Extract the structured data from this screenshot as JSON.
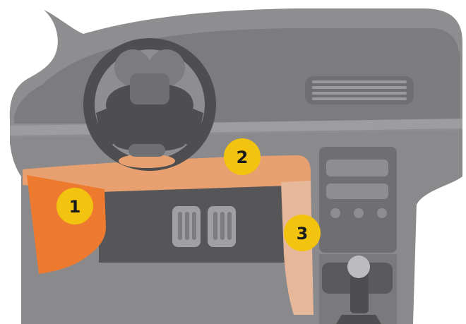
{
  "markers": [
    {
      "id": "1",
      "label": "1",
      "zone": "left-kick-panel"
    },
    {
      "id": "2",
      "label": "2",
      "zone": "lower-dash-panel"
    },
    {
      "id": "3",
      "label": "3",
      "zone": "center-console-side"
    }
  ],
  "colors": {
    "background": "#ffffff",
    "dash_main": "#8e8e90",
    "dash_dark": "#6b6b6d",
    "dash_mid": "#7c7c7e",
    "dash_light": "#a4a4a6",
    "wheel": "#4e4e50",
    "zone_1": "#ee7a30",
    "zone_2": "#e8a071",
    "zone_3": "#e7b79a",
    "badge": "#f2c40f",
    "badge_text": "#1a1a1a"
  }
}
